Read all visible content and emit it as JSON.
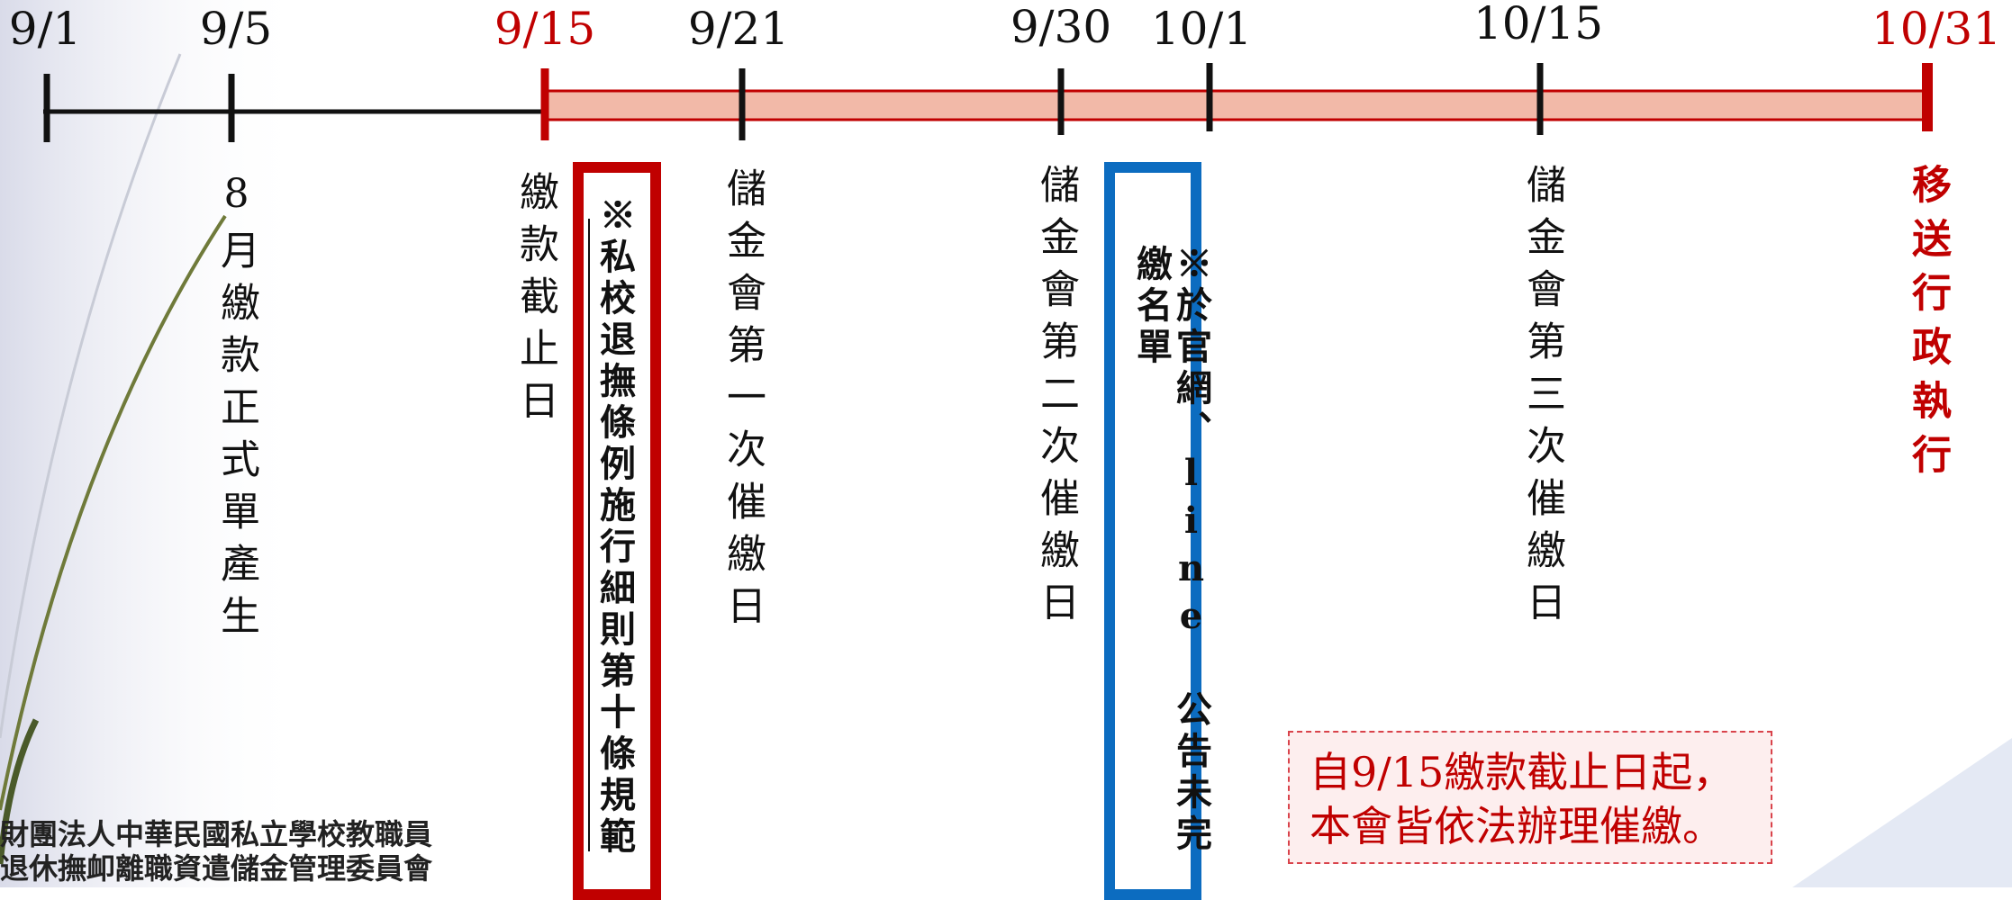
{
  "timeline": {
    "dates": [
      {
        "label": "9/1",
        "highlight": false
      },
      {
        "label": "9/5",
        "highlight": false
      },
      {
        "label": "9/15",
        "highlight": true
      },
      {
        "label": "9/21",
        "highlight": false
      },
      {
        "label": "9/30",
        "highlight": false
      },
      {
        "label": "10/1",
        "highlight": false
      },
      {
        "label": "10/15",
        "highlight": false
      },
      {
        "label": "10/31",
        "highlight": true
      }
    ],
    "events": [
      {
        "text": "8月繳款正式單產生",
        "highlight": false
      },
      {
        "text": "繳款截止日",
        "highlight": false
      },
      {
        "text": "※私校退撫條例施行細則第十條規範",
        "boxed": "red"
      },
      {
        "text": "儲金會第一次催繳日",
        "highlight": false
      },
      {
        "text": "儲金會第二次催繳日",
        "highlight": false
      },
      {
        "text": "※於官網、line 公告未完繳名單",
        "boxed": "blue"
      },
      {
        "text": "儲金會第三次催繳日",
        "highlight": false
      },
      {
        "text": "移送行政執行",
        "highlight": true
      }
    ]
  },
  "notice": {
    "line1": "自9/15繳款截止日起，",
    "line2": "本會皆依法辦理催繳。"
  },
  "logo": {
    "line1": "財團法人中華民國私立學校教職員",
    "line2": "退休撫卹離職資遣儲金管理委員會"
  },
  "colors": {
    "accent_red": "#c00000",
    "accent_blue": "#0c6cc0",
    "range_fill": "#f2b9a8"
  }
}
